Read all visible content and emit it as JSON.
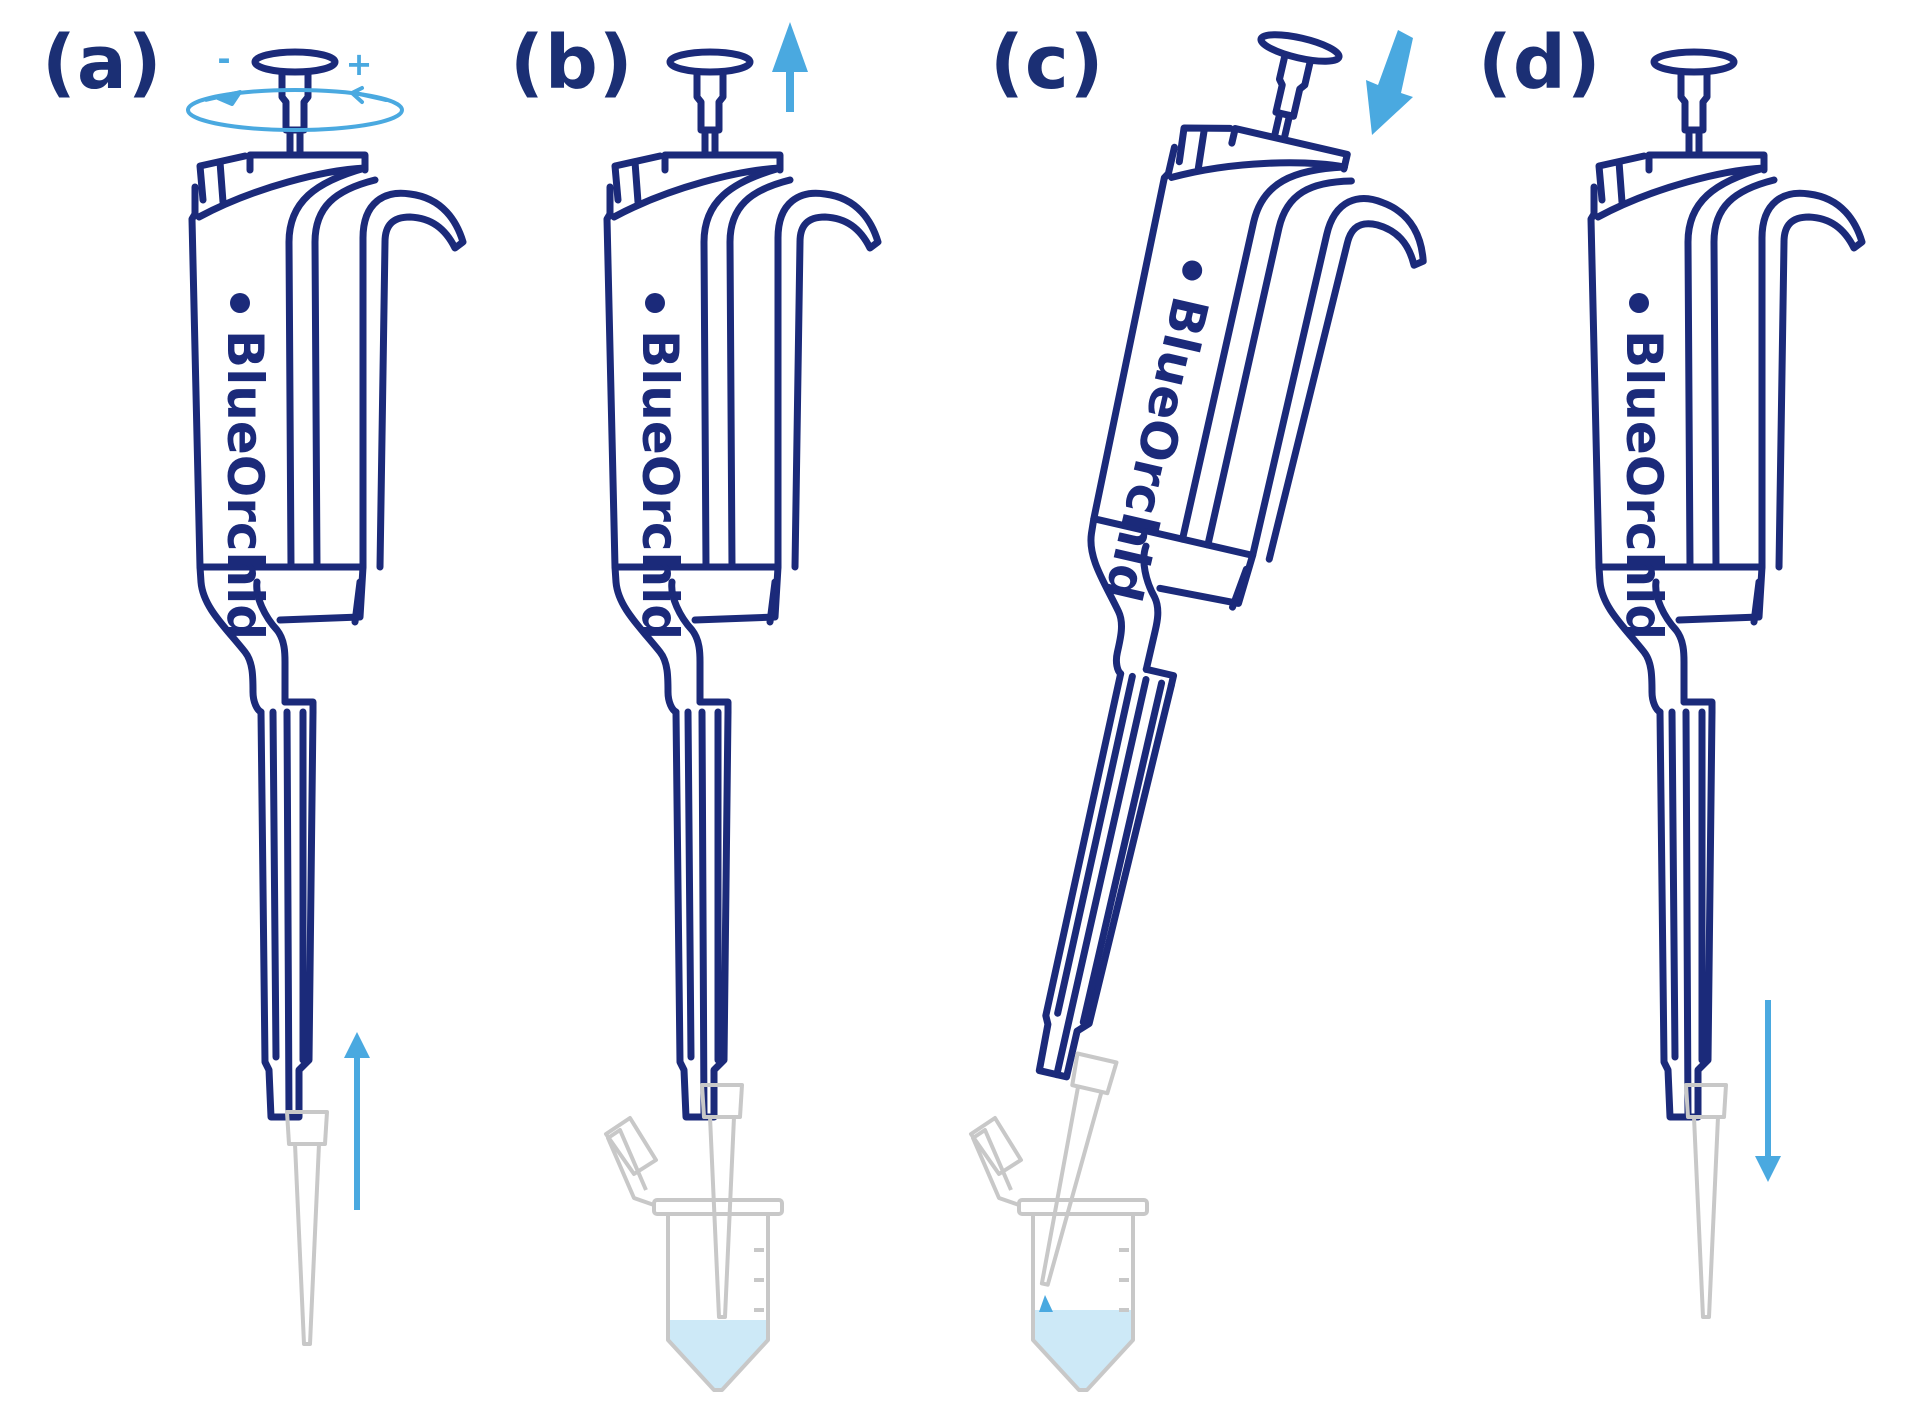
{
  "diagram": {
    "brand": "BlueOrchid",
    "panels": [
      {
        "label": "(a)"
      },
      {
        "label": "(b)"
      },
      {
        "label": "(c)"
      },
      {
        "label": "(d)"
      }
    ],
    "dial_minus": "-",
    "dial_plus": "+"
  },
  "colors": {
    "outline": "#1b2a7a",
    "accent": "#4aa9e0",
    "tip": "#c8c8c8",
    "liquid": "#cde9f7",
    "background": "#ffffff"
  }
}
